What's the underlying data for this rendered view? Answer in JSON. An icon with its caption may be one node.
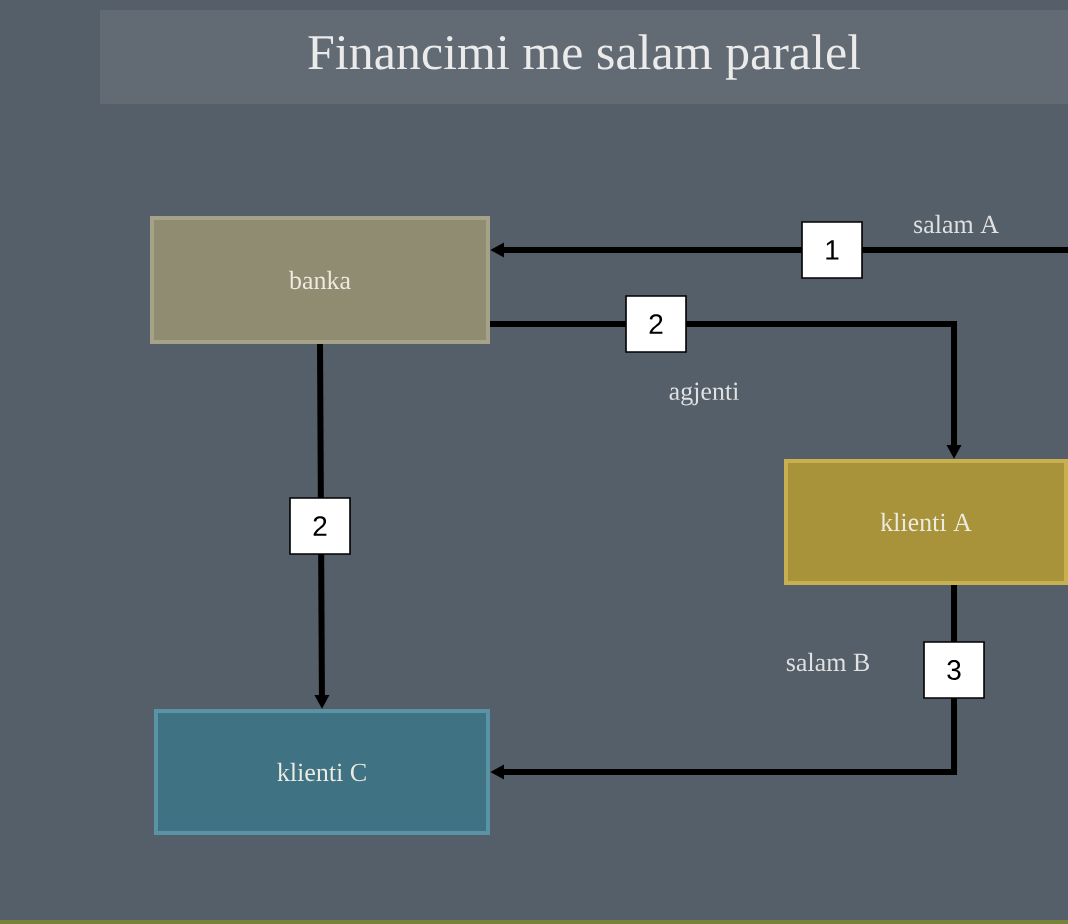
{
  "diagram": {
    "title": "Financimi me salam paralel",
    "nodes": [
      {
        "text": [
          "banka"
        ]
      },
      {
        "text": [
          "klienti A"
        ]
      },
      {
        "text": [
          "klienti C"
        ]
      }
    ],
    "edges": [
      {
        "from": null,
        "to": 0,
        "arrow": "to",
        "label": "1"
      },
      {
        "from": 0,
        "to": 1,
        "arrow": "to",
        "label": "2"
      },
      {
        "from": 0,
        "to": 2,
        "arrow": "to",
        "label": "2"
      },
      {
        "from": 1,
        "to": 2,
        "arrow": "to",
        "label": "3"
      }
    ],
    "labels": [
      "salam A",
      "agjenti",
      "salam B"
    ]
  }
}
